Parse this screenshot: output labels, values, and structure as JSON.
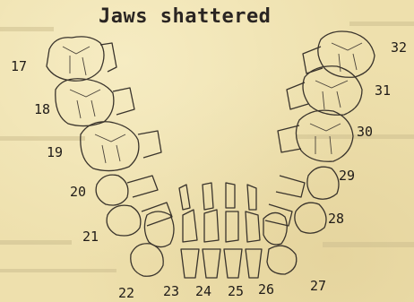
{
  "title": "Jaws shattered",
  "tooth_numbers": [
    "17",
    "18",
    "19",
    "20",
    "21",
    "22",
    "23",
    "24",
    "25",
    "26",
    "27",
    "28",
    "29",
    "30",
    "31",
    "32"
  ],
  "colors": {
    "paper": "#eee0ad",
    "ink": "#2a2522"
  }
}
